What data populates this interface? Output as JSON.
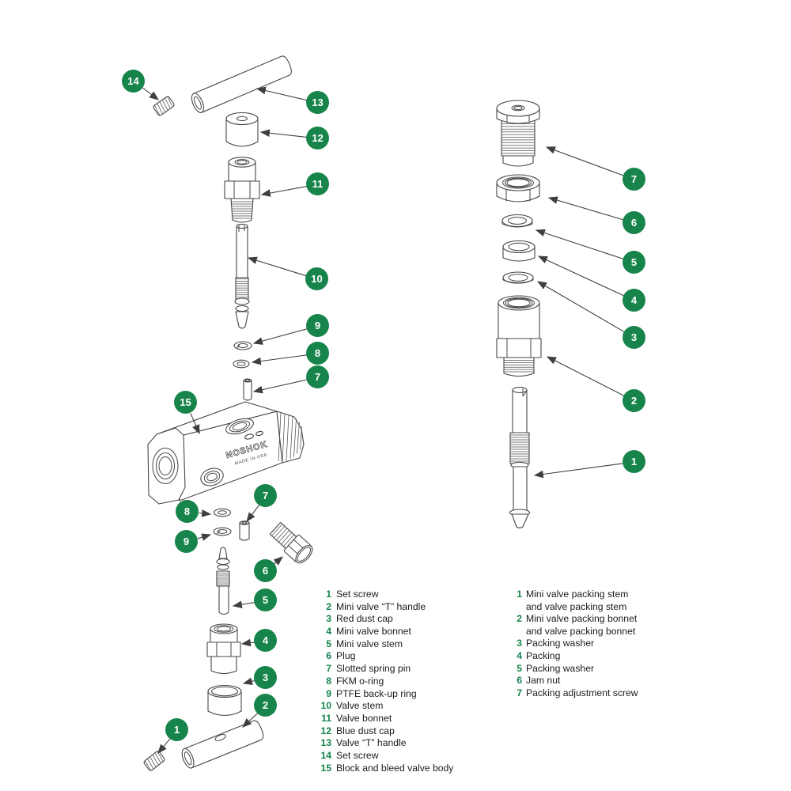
{
  "brand": {
    "logo": "NOSHOK",
    "origin": "MADE IN USA"
  },
  "colors": {
    "accent": "#17854b",
    "line": "#474747"
  },
  "callouts": {
    "l14": "14",
    "l13": "13",
    "l12": "12",
    "l11": "11",
    "l10": "10",
    "l9a": "9",
    "l8a": "8",
    "l7a": "7",
    "l15": "15",
    "l8b": "8",
    "l7b": "7",
    "l9b": "9",
    "l6": "6",
    "l5": "5",
    "l4": "4",
    "l3": "3",
    "l2": "2",
    "l1": "1",
    "r7": "7",
    "r6": "6",
    "r5": "5",
    "r4": "4",
    "r3": "3",
    "r2": "2",
    "r1": "1"
  },
  "legend_left": {
    "items": [
      {
        "num": "1",
        "label": "Set screw"
      },
      {
        "num": "2",
        "label": "Mini valve “T” handle"
      },
      {
        "num": "3",
        "label": "Red dust cap"
      },
      {
        "num": "4",
        "label": "Mini valve bonnet"
      },
      {
        "num": "5",
        "label": "Mini valve stem"
      },
      {
        "num": "6",
        "label": "Plug"
      },
      {
        "num": "7",
        "label": "Slotted spring pin"
      },
      {
        "num": "8",
        "label": "FKM o-ring"
      },
      {
        "num": "9",
        "label": "PTFE back-up ring"
      },
      {
        "num": "10",
        "label": "Valve stem"
      },
      {
        "num": "11",
        "label": "Valve bonnet"
      },
      {
        "num": "12",
        "label": "Blue dust cap"
      },
      {
        "num": "13",
        "label": "Valve “T” handle"
      },
      {
        "num": "14",
        "label": "Set screw"
      },
      {
        "num": "15",
        "label": "Block and bleed valve body"
      }
    ]
  },
  "legend_right": {
    "items": [
      {
        "num": "1",
        "label": "Mini valve packing stem and valve packing stem"
      },
      {
        "num": "2",
        "label": "Mini valve packing bonnet and valve packing bonnet"
      },
      {
        "num": "3",
        "label": "Packing washer"
      },
      {
        "num": "4",
        "label": "Packing"
      },
      {
        "num": "5",
        "label": "Packing washer"
      },
      {
        "num": "6",
        "label": "Jam nut"
      },
      {
        "num": "7",
        "label": "Packing adjustment screw"
      }
    ]
  }
}
